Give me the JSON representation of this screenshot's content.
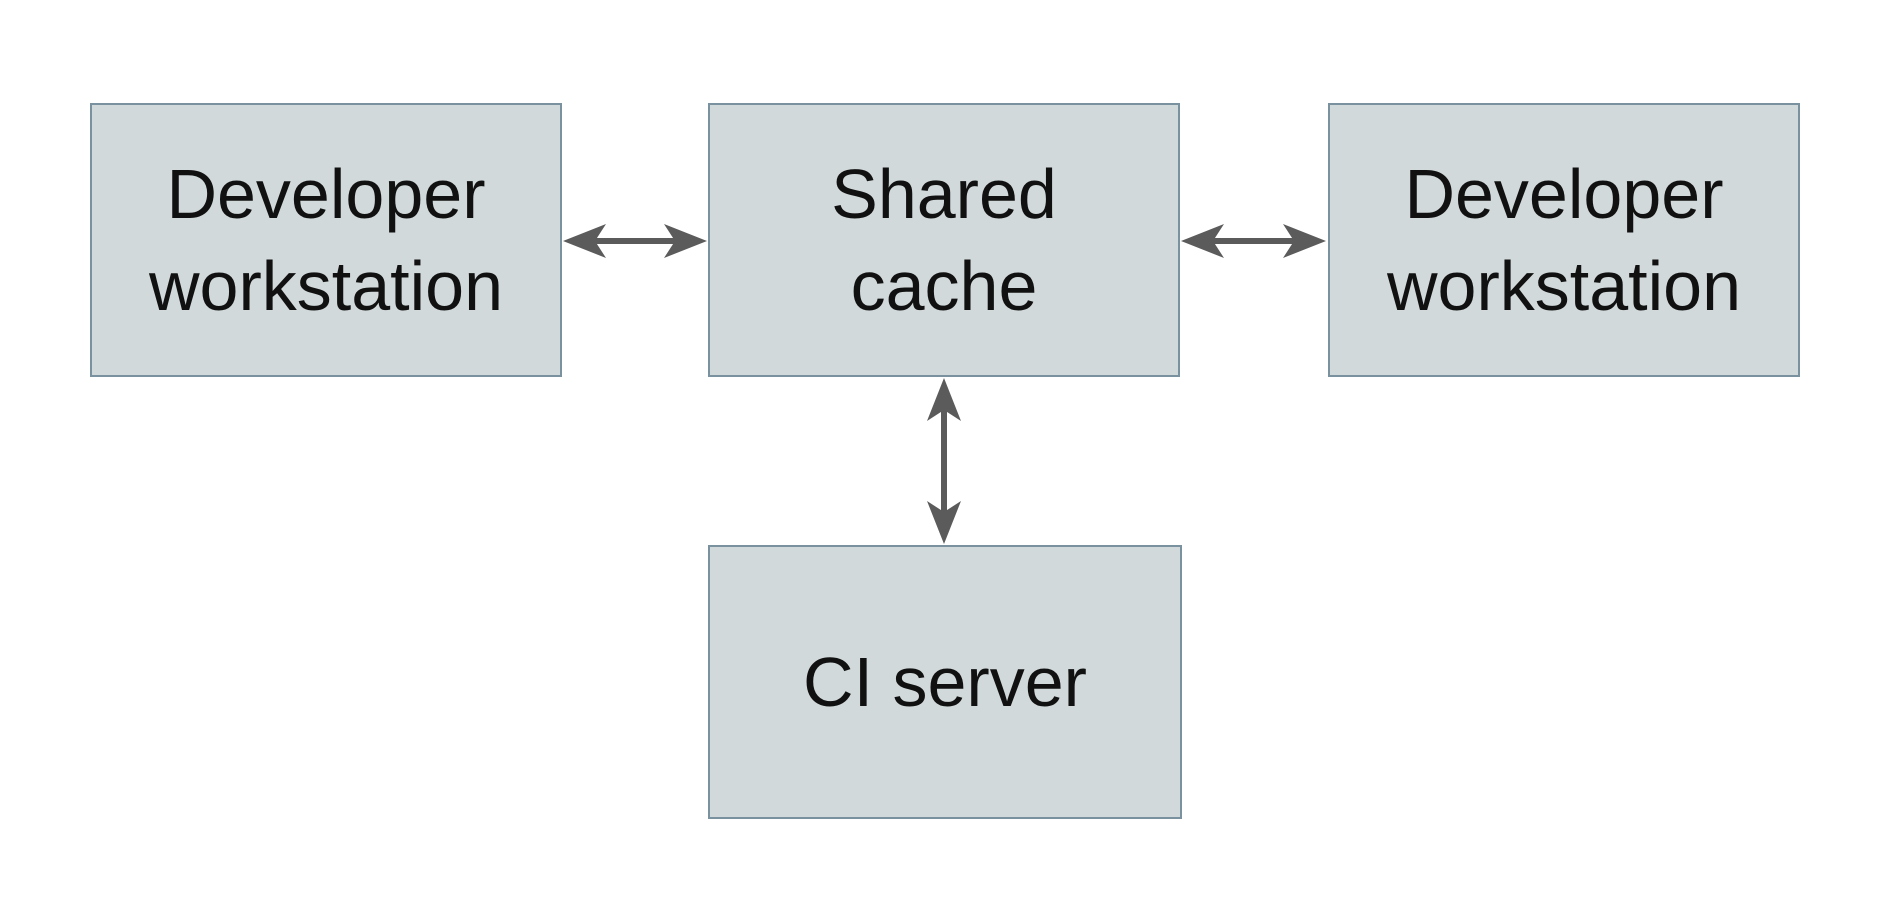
{
  "diagram": {
    "type": "architecture-diagram",
    "background": "#ffffff",
    "colors": {
      "box_fill": "#d1d9db",
      "box_border": "#7a929f",
      "arrow": "#5b5b5b",
      "text": "#111111"
    },
    "nodes": {
      "dev_left": {
        "id": "developer-workstation-left",
        "lines": [
          "Developer",
          "workstation"
        ]
      },
      "cache": {
        "id": "shared-cache",
        "lines": [
          "Shared",
          "cache"
        ]
      },
      "dev_right": {
        "id": "developer-workstation-right",
        "lines": [
          "Developer",
          "workstation"
        ]
      },
      "ci": {
        "id": "ci-server",
        "lines": [
          "CI server"
        ]
      }
    },
    "edges": [
      {
        "from": "developer-workstation-left",
        "to": "shared-cache",
        "direction": "bidirectional"
      },
      {
        "from": "shared-cache",
        "to": "developer-workstation-right",
        "direction": "bidirectional"
      },
      {
        "from": "shared-cache",
        "to": "ci-server",
        "direction": "bidirectional"
      }
    ]
  }
}
